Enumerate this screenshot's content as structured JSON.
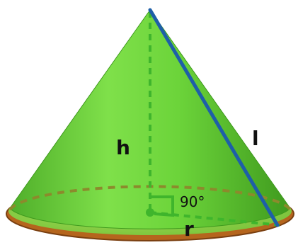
{
  "labels": {
    "height": "h",
    "slant": "l",
    "radius": "r",
    "angle": "90°"
  },
  "colors": {
    "cone_fill": "#6cd43a",
    "cone_dark": "#3f9a1e",
    "base_fill": "#8fd84a",
    "base_rim": "#b5651d",
    "dashed_edge": "#8c8a2c",
    "height_line": "#3fb52c",
    "slant_line": "#1e5fa8",
    "right_angle": "#3fb52c"
  }
}
